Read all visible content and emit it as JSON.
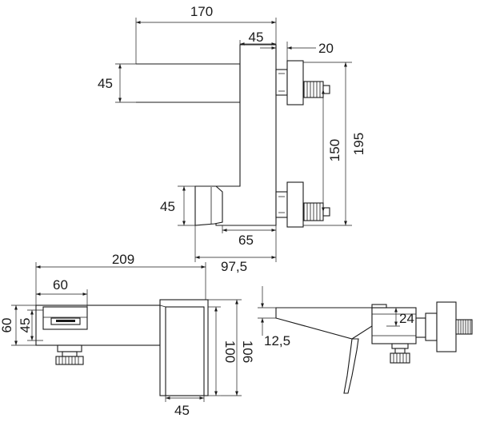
{
  "top_view": {
    "dims": {
      "width_170": "170",
      "width_45": "45",
      "depth_20": "20",
      "height_45": "45",
      "height_195": "195",
      "centers_150": "150",
      "height_45b": "45",
      "width_65": "65",
      "width_97_5": "97,5"
    }
  },
  "front_view": {
    "dims": {
      "width_209": "209",
      "width_60": "60",
      "height_60": "60",
      "height_45": "45",
      "height_100": "100",
      "height_106": "106",
      "width_45": "45"
    }
  },
  "side_view": {
    "dims": {
      "offset_12_5": "12,5",
      "height_24": "24"
    }
  }
}
